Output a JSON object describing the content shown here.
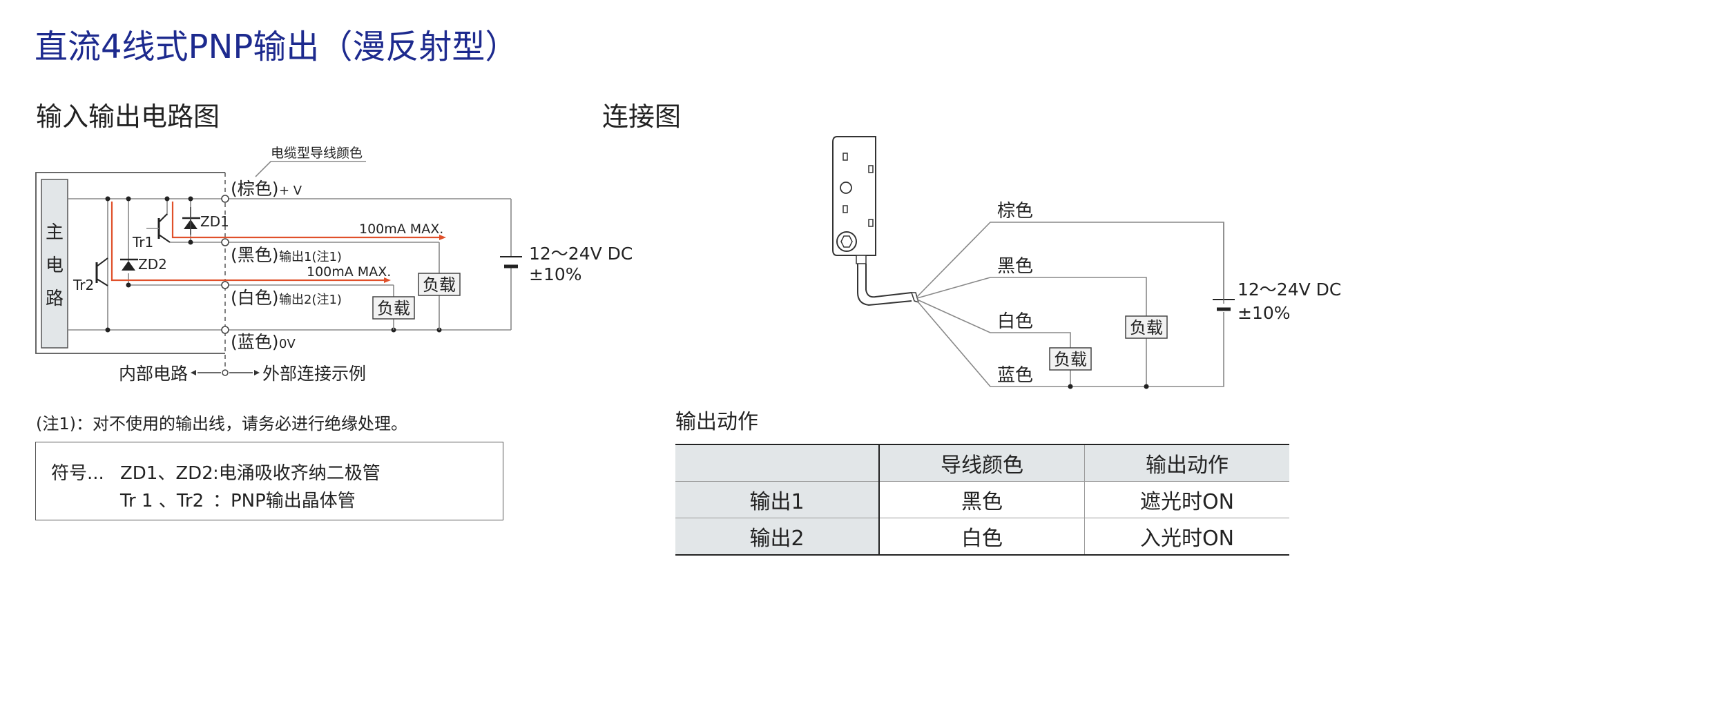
{
  "page_title": "直流4线式PNP输出（漫反射型）",
  "circuit_section": {
    "title": "输入输出电路图",
    "main_circuit_label": [
      "主",
      "电",
      "路"
    ],
    "cable_color_label": "电缆型导线颜色",
    "brown": "(棕色)",
    "plus_v": "+ V",
    "black": "(黑色)",
    "output1_note": "输出1(注1)",
    "white": "(白色)",
    "output2_note": "输出2(注1)",
    "blue": "(蓝色)",
    "zero_v": "0V",
    "max1": "100mA MAX.",
    "max2": "100mA MAX.",
    "load1": "负载",
    "load2": "负载",
    "supply_voltage": "12～24V DC",
    "supply_tolerance": "±10%",
    "tr1": "Tr1",
    "tr2": "Tr2",
    "zd1": "ZD1",
    "zd2": "ZD2",
    "internal": "内部电路",
    "external": "外部连接示例"
  },
  "note": "(注1)：对不使用的输出线，请务必进行绝缘处理。",
  "symbols": {
    "prefix": "符号...",
    "row1_name": "ZD1、ZD2",
    "row1_desc": ":电涌吸收齐纳二极管",
    "row2_name": "Tr 1 、Tr2",
    "row2_desc": "：PNP输出晶体管"
  },
  "connection_section": {
    "title": "连接图",
    "brown": "棕色",
    "black": "黑色",
    "white": "白色",
    "blue": "蓝色",
    "load1": "负载",
    "load2": "负载",
    "supply_voltage": "12～24V DC",
    "supply_tolerance": "±10%"
  },
  "output_action": {
    "title": "输出动作",
    "headers": [
      "",
      "导线颜色",
      "输出动作"
    ],
    "rows": [
      [
        "输出1",
        "黑色",
        "遮光时ON"
      ],
      [
        "输出2",
        "白色",
        "入光时ON"
      ]
    ]
  }
}
